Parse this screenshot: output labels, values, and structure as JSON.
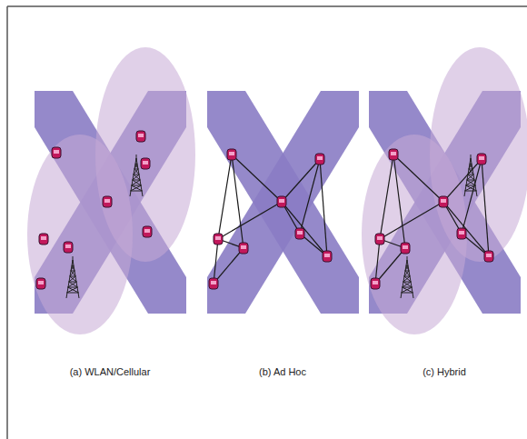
{
  "diagram": {
    "labels": [
      "(a) WLAN/Cellular",
      "(b) Ad Hoc",
      "(c) Hybrid"
    ]
  }
}
